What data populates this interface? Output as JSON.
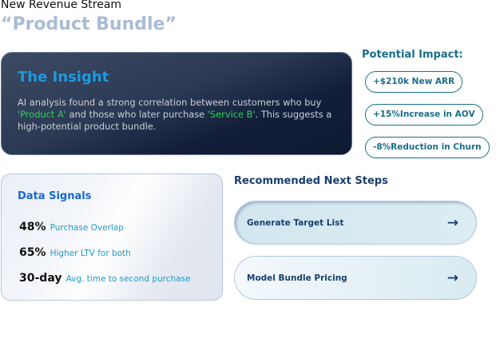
{
  "header": {
    "subtitle": "New Revenue Stream",
    "title": "“Product Bundle”"
  },
  "insight": {
    "heading": "The Insight",
    "text_1": "AI analysis found a strong correlation between customers who buy ",
    "product": "'Product A'",
    "text_2": " and those who later purchase ",
    "service": "'Service B'",
    "text_3": ". This suggests a high-potential product bundle."
  },
  "impact": {
    "heading": "Potential Impact:",
    "items": [
      "+$210k New ARR",
      "+15%Increase in AOV",
      "-8%Reduction in Churn"
    ]
  },
  "signals": {
    "heading": "Data Signals",
    "items": [
      {
        "value": "48%",
        "label": "Purchase Overlap"
      },
      {
        "value": "65%",
        "label": "Higher LTV for both"
      },
      {
        "value": "30-day",
        "label": "Avg. time to second purchase"
      }
    ]
  },
  "next_steps": {
    "heading": "Recommended Next Steps",
    "items": [
      {
        "label": "Generate Target List",
        "icon": "arrow-right-icon",
        "arrow": "→"
      },
      {
        "label": "Model Bundle Pricing",
        "icon": "arrow-right-icon",
        "arrow": "→"
      }
    ]
  },
  "colors": {
    "accent_green": "#2fce5a",
    "teal": "#1a6d8a",
    "navy": "#183f6e"
  }
}
